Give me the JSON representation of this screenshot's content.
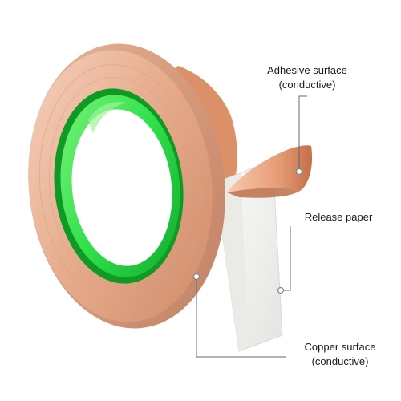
{
  "labels": {
    "adhesive": {
      "line1": "Adhesive surface",
      "line2": "(conductive)"
    },
    "release": {
      "line1": "Release paper"
    },
    "copper": {
      "line1": "Copper surface",
      "line2": "(conductive)"
    }
  },
  "colors": {
    "copper_light": "#f3c3a8",
    "copper_mid": "#e0a080",
    "copper_dark": "#b86e4c",
    "core_green": "#2fe04a",
    "core_green_dark": "#12a82a",
    "release_paper": "#f1f1ef",
    "callout_line": "#5a6d74"
  }
}
